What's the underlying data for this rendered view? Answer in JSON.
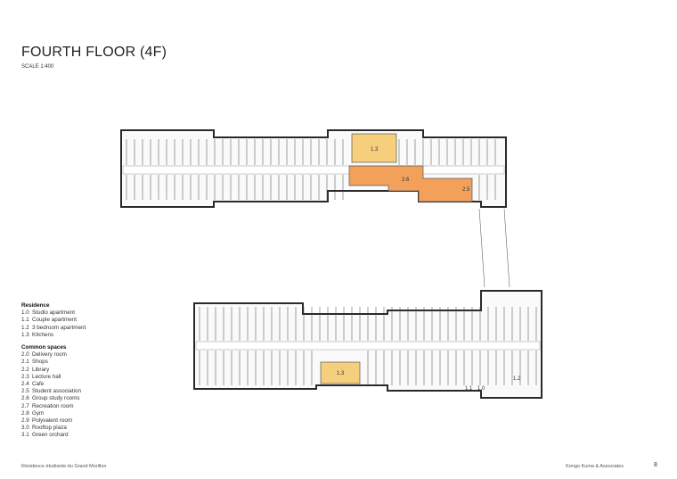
{
  "page": {
    "title": "FOURTH FLOOR (4F)",
    "scale": "SCALE 1:400",
    "footer_left": "Résidence étudiante du Grand Morillon",
    "footer_right": "Kengo Kuma & Associates",
    "page_number": "8"
  },
  "legend": {
    "residence_heading": "Residence",
    "residence": [
      {
        "num": "1.0",
        "label": "Studio apartment"
      },
      {
        "num": "1.1",
        "label": "Couple apartment"
      },
      {
        "num": "1.2",
        "label": "3 bedroom apartment"
      },
      {
        "num": "1.3",
        "label": "Kitchens"
      }
    ],
    "common_heading": "Common spaces",
    "common": [
      {
        "num": "2.0",
        "label": "Delivery room"
      },
      {
        "num": "2.1",
        "label": "Shops"
      },
      {
        "num": "2.2",
        "label": "Library"
      },
      {
        "num": "2.3",
        "label": "Lecture hall"
      },
      {
        "num": "2.4",
        "label": "Cafe"
      },
      {
        "num": "2.5",
        "label": "Student association"
      },
      {
        "num": "2.6",
        "label": "Group study rooms"
      },
      {
        "num": "2.7",
        "label": "Recreation room"
      },
      {
        "num": "2.8",
        "label": "Gym"
      },
      {
        "num": "2.9",
        "label": "Polyvalent room"
      },
      {
        "num": "3.0",
        "label": "Rooftop plaza"
      },
      {
        "num": "3.1",
        "label": "Green orchard"
      }
    ]
  },
  "plan_labels": {
    "upper_kitchen": "1.3",
    "upper_study_a": "2.6",
    "upper_study_b": "2.5",
    "lower_kitchen": "1.3",
    "lower_couple": "1.1",
    "lower_three_bed": "1.2",
    "lower_studio": "1.0"
  },
  "colors": {
    "kitchen": "#f6cf7c",
    "common": "#f2a05a",
    "wall": "#2a2a2a"
  }
}
